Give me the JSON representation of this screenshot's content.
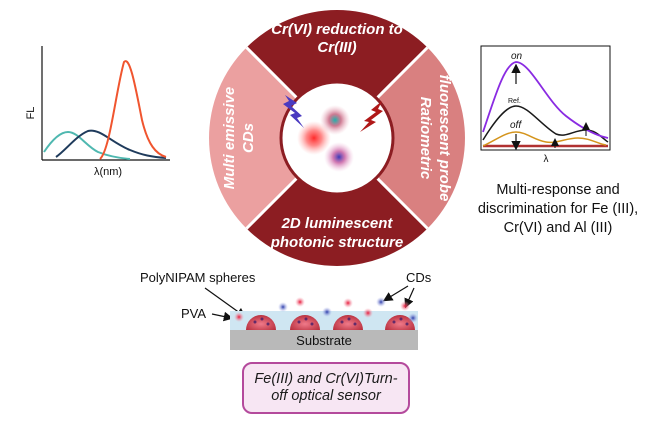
{
  "wheel": {
    "top": [
      "Cr(VI) reduction to",
      "Cr(III)"
    ],
    "right": [
      "Ratiometric",
      "fluorescent probe"
    ],
    "bottom": [
      "2D luminescent",
      "photonic structure"
    ],
    "left": [
      "Multi emissive",
      "CDs"
    ]
  },
  "left_plot": {
    "ylabel": "FL",
    "xlabel": "λ(nm)"
  },
  "right_plot": {
    "on": "on",
    "ref": "Ref.",
    "off": "off",
    "xlabel": "λ"
  },
  "caption": "Multi-response and discrimination for Fe (III), Cr(VI) and Al (III)",
  "film": {
    "spheres_label": "PolyNIPAM spheres",
    "pva_label": "PVA",
    "cds_label": "CDs",
    "substrate_label": "Substrate"
  },
  "sensor_box": "Fe(III) and Cr(VI)Turn-off optical sensor",
  "colors": {
    "wheel_dark": "#8c1d22",
    "wheel_light": "#e69494",
    "sensor_border": "#b44a9c",
    "curve_orange": "#f0552f",
    "curve_teal": "#4fb8b0",
    "curve_navy": "#1f3b5c",
    "curve_purple": "#8a2be2",
    "curve_gold": "#d4941c"
  }
}
